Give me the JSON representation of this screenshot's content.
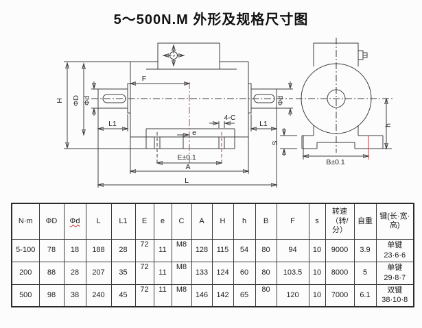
{
  "title": "5～500N.M 外形及规格尺寸图",
  "drawing": {
    "side_view": {
      "labels": {
        "height": "H",
        "body_dia": "ΦD",
        "shaft_dia_left": "Φd",
        "shaft_dia_right": "Φd",
        "shaft_len_left": "L1",
        "shaft_len_right": "L1",
        "front_len": "F",
        "holes": "4-C",
        "hole_offset": "e",
        "hole_spacing": "E±0.1",
        "body_len": "A",
        "total_len": "L",
        "plate_thickness": "S"
      }
    },
    "end_view": {
      "labels": {
        "foot_hole_spacing": "B±0.1",
        "center_height": "h"
      }
    }
  },
  "table": {
    "headers": [
      "N·m",
      "ΦD",
      "Φd",
      "L",
      "L1",
      "E",
      "e",
      "C",
      "A",
      "H",
      "h",
      "B",
      "F",
      "s",
      "转速（转/分）",
      "自重",
      "键(长·宽·高)"
    ],
    "rows": [
      [
        "5-100",
        "78",
        "18",
        "188",
        "28",
        "72",
        "11",
        "M8",
        "128",
        "115",
        "54",
        "80",
        "94",
        "10",
        "9000",
        "3.9",
        "单键\n23·6·6"
      ],
      [
        "200",
        "88",
        "28",
        "207",
        "35",
        "72",
        "11",
        "M8",
        "133",
        "124",
        "60",
        "80",
        "103.5",
        "10",
        "8000",
        "5",
        "单键\n29·8·7"
      ],
      [
        "500",
        "98",
        "38",
        "240",
        "45",
        "72",
        "11",
        "M8",
        "146",
        "142",
        "65",
        "80",
        "120",
        "10",
        "7000",
        "6.1",
        "双键\n38·10·8"
      ]
    ]
  }
}
